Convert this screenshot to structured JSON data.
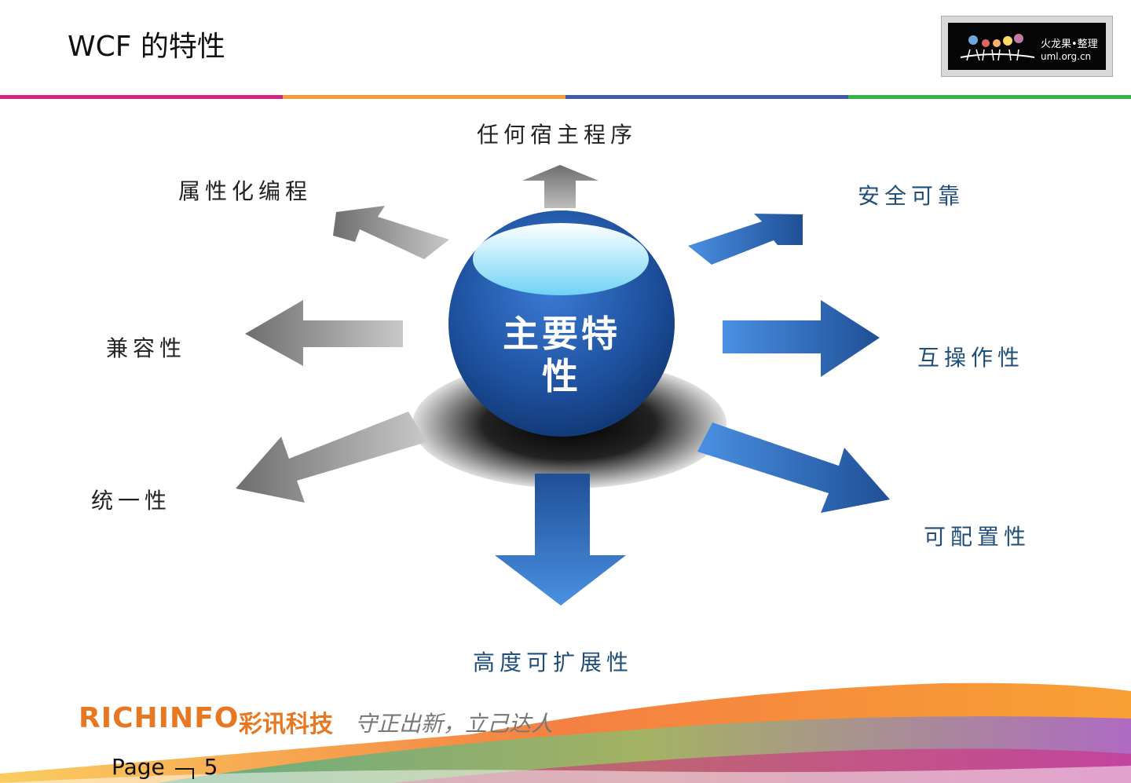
{
  "slide": {
    "title": "WCF 的特性",
    "center": "主要特性",
    "features": {
      "top": "任何宿主程序",
      "top_left": "属性化编程",
      "left": "兼容性",
      "bottom_left": "统一性",
      "top_right": "安全可靠",
      "right": "互操作性",
      "bottom_right": "可配置性",
      "bottom": "高度可扩展性"
    }
  },
  "logo": {
    "line1": "火龙果•整理",
    "line2": "uml.org.cn"
  },
  "footer": {
    "brand": "RICHINFO",
    "brand_cn": "彩讯科技",
    "slogan": "守正出新，立己达人",
    "page_label": "Page",
    "page_number": "5"
  },
  "colors": {
    "gray_arrow": "#8c8c8c",
    "blue_arrow": "#2e75c8",
    "label_blue": "#1f4e79",
    "brand_orange": "#e87722"
  }
}
